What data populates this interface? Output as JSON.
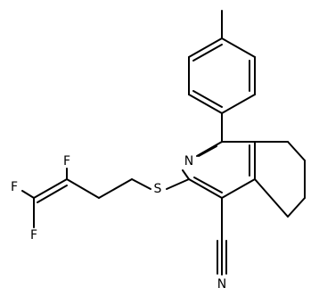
{
  "molecule": {
    "atoms": {
      "n_ring": "N",
      "s_thio": "S",
      "n_nitrile": "N",
      "f_top": "F",
      "f_mid": "F",
      "f_bottom": "F"
    }
  },
  "colors": {
    "bond": "#000000",
    "label": "#000000",
    "background": "#ffffff"
  }
}
